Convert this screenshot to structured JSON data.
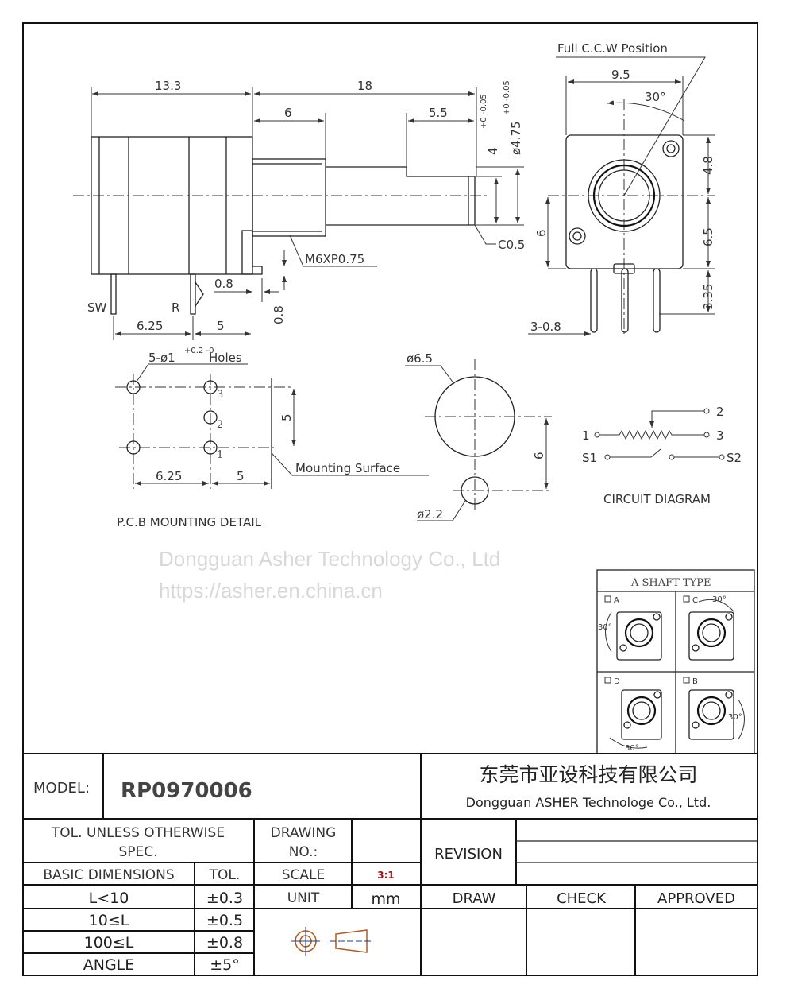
{
  "side_view": {
    "dim_body": "13.3",
    "dim_total": "18",
    "dim_bushing": "6",
    "dim_flat": "5.5",
    "dim_flat_dia": "4",
    "dim_flat_tol": "+0 -0.05",
    "dim_shaft_dia": "ø4.75",
    "dim_shaft_tol": "+0 -0.05",
    "chamfer": "C0.5",
    "thread": "M6XP0.75",
    "dim_tab_w": "0.8",
    "dim_tab_h": "0.8",
    "pin_sw": "SW",
    "pin_r": "R",
    "dim_pin1": "6.25",
    "dim_pin2": "5"
  },
  "front_view": {
    "note": "Full C.C.W Position",
    "dim_width": "9.5",
    "angle": "30°",
    "dim_upper": "4.8",
    "dim_lower": "6.5",
    "dim_pin": "3.35",
    "dim_hole": "6",
    "pins": "3-0.8"
  },
  "pcb_detail": {
    "holes_label": "5-ø1",
    "holes_tol": "+0.2 -0",
    "holes_suffix": "Holes",
    "pin_numbers": [
      "3",
      "2",
      "1"
    ],
    "dim_vertical": "5",
    "dim_h1": "6.25",
    "dim_h2": "5",
    "mounting_surface": "Mounting Surface",
    "title": "P.C.B MOUNTING DETAIL"
  },
  "panel_cutout": {
    "dia_large": "ø6.5",
    "dia_small": "ø2.2",
    "dim_offset": "6"
  },
  "circuit": {
    "title": "CIRCUIT DIAGRAM",
    "terminals": [
      "1",
      "2",
      "3",
      "S1",
      "S2"
    ]
  },
  "shaft_type": {
    "title": "A SHAFT TYPE",
    "options": [
      {
        "label": "A",
        "angle": "30°"
      },
      {
        "label": "C",
        "angle": "30°"
      },
      {
        "label": "D",
        "angle": "30°"
      },
      {
        "label": "B",
        "angle": "30°"
      }
    ]
  },
  "watermark": {
    "company": "Dongguan Asher Technology Co., Ltd",
    "url": "https://asher.en.china.cn"
  },
  "title_block": {
    "model_label": "MODEL:",
    "model_value": "RP0970006",
    "company_cn": "东莞市亚设科技有限公司",
    "company_en": "Dongguan ASHER Technologe Co., Ltd.",
    "tol_header": [
      "TOL. UNLESS  OTHERWISE",
      "SPEC."
    ],
    "drawing_no_label": [
      "DRAWING",
      "NO.:"
    ],
    "drawing_no_value": "",
    "revision_label": "REVISION",
    "basic_dimensions_label": "BASIC DIMENSIONS",
    "tol_label": "TOL.",
    "scale_label": "SCALE",
    "scale_value": "3:1",
    "unit_label": "UNIT",
    "unit_value": "mm",
    "tolerances": [
      {
        "range": "L<10",
        "tol": "±0.3"
      },
      {
        "range": "10≤L",
        "tol": "±0.5"
      },
      {
        "range": "100≤L",
        "tol": "±0.8"
      },
      {
        "range": "ANGLE",
        "tol": "±5°"
      }
    ],
    "signoff": [
      "DRAW",
      "CHECK",
      "APPROVED"
    ],
    "colors": {
      "projection_symbol": "#1a3a9a",
      "scale_ratio": "#a01010"
    }
  }
}
